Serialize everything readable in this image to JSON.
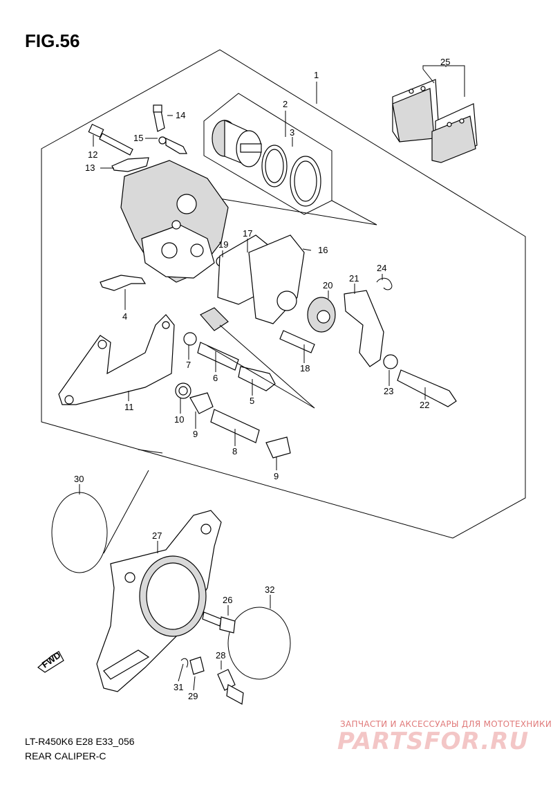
{
  "figure": {
    "title": "FIG.56",
    "model_code": "LT-R450K6 E28 E33_056",
    "section_title": "REAR CALIPER-C"
  },
  "watermark": {
    "tagline": "ЗАПЧАСТИ И АКСЕССУАРЫ ДЛЯ МОТОТЕХНИКИ",
    "brand": "PARTSFOR.RU"
  },
  "fwd_label": "FWD",
  "callouts": [
    {
      "id": "1",
      "label": "1"
    },
    {
      "id": "2",
      "label": "2"
    },
    {
      "id": "3",
      "label": "3"
    },
    {
      "id": "4",
      "label": "4"
    },
    {
      "id": "5",
      "label": "5"
    },
    {
      "id": "6",
      "label": "6"
    },
    {
      "id": "7",
      "label": "7"
    },
    {
      "id": "8",
      "label": "8"
    },
    {
      "id": "9a",
      "label": "9"
    },
    {
      "id": "9b",
      "label": "9"
    },
    {
      "id": "10",
      "label": "10"
    },
    {
      "id": "11",
      "label": "11"
    },
    {
      "id": "12",
      "label": "12"
    },
    {
      "id": "13",
      "label": "13"
    },
    {
      "id": "14",
      "label": "14"
    },
    {
      "id": "15",
      "label": "15"
    },
    {
      "id": "16",
      "label": "16"
    },
    {
      "id": "17",
      "label": "17"
    },
    {
      "id": "18",
      "label": "18"
    },
    {
      "id": "19",
      "label": "19"
    },
    {
      "id": "20",
      "label": "20"
    },
    {
      "id": "21",
      "label": "21"
    },
    {
      "id": "22",
      "label": "22"
    },
    {
      "id": "23",
      "label": "23"
    },
    {
      "id": "24",
      "label": "24"
    },
    {
      "id": "25",
      "label": "25"
    },
    {
      "id": "26",
      "label": "26"
    },
    {
      "id": "27",
      "label": "27"
    },
    {
      "id": "28",
      "label": "28"
    },
    {
      "id": "29",
      "label": "29"
    },
    {
      "id": "30",
      "label": "30"
    },
    {
      "id": "31",
      "label": "31"
    },
    {
      "id": "32",
      "label": "32"
    }
  ]
}
